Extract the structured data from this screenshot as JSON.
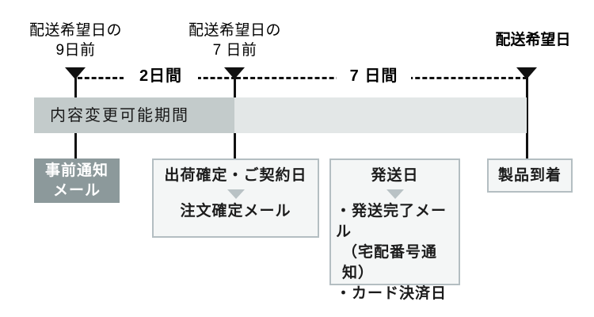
{
  "diagram": {
    "type": "timeline",
    "title_labels": [
      {
        "id": "lead-9days",
        "text": "配送希望日の\n9日前",
        "bold": false
      },
      {
        "id": "lead-7days",
        "text": "配送希望日の\n7 日前",
        "bold": false
      },
      {
        "id": "desired-date",
        "text": "配送希望日",
        "bold": true
      }
    ],
    "durations": [
      {
        "id": "span-2days",
        "text": "2日間"
      },
      {
        "id": "span-7days",
        "text": "7 日間"
      }
    ],
    "bands": [
      {
        "id": "change-period-dark",
        "label": "内容変更可能期間",
        "color": "#c3cbcb"
      },
      {
        "id": "change-period-light",
        "label": "",
        "color": "#e3e7e7"
      }
    ],
    "boxes": [
      {
        "id": "advance-notice",
        "style": "filled",
        "title": "事前通知\nメール",
        "arrow": false,
        "items": []
      },
      {
        "id": "shipping-confirm",
        "style": "outline",
        "title": "出荷確定・ご契約日",
        "arrow": true,
        "items": [
          "注文確定メール"
        ]
      },
      {
        "id": "dispatch-date",
        "style": "outline",
        "title": "発送日",
        "arrow": true,
        "items": [
          "・発送完了メール",
          "（宅配番号通知）",
          "・カード決済日"
        ]
      },
      {
        "id": "product-arrival",
        "style": "outline",
        "title": "製品到着",
        "arrow": false,
        "items": []
      }
    ],
    "colors": {
      "band_dark": "#c3cbcb",
      "band_light": "#e3e7e7",
      "box_fill": "#8c999b",
      "box_border": "#b4bec2",
      "box_bg": "#f4f6f6",
      "rail": "#111111",
      "text": "#1c1c1c"
    }
  }
}
